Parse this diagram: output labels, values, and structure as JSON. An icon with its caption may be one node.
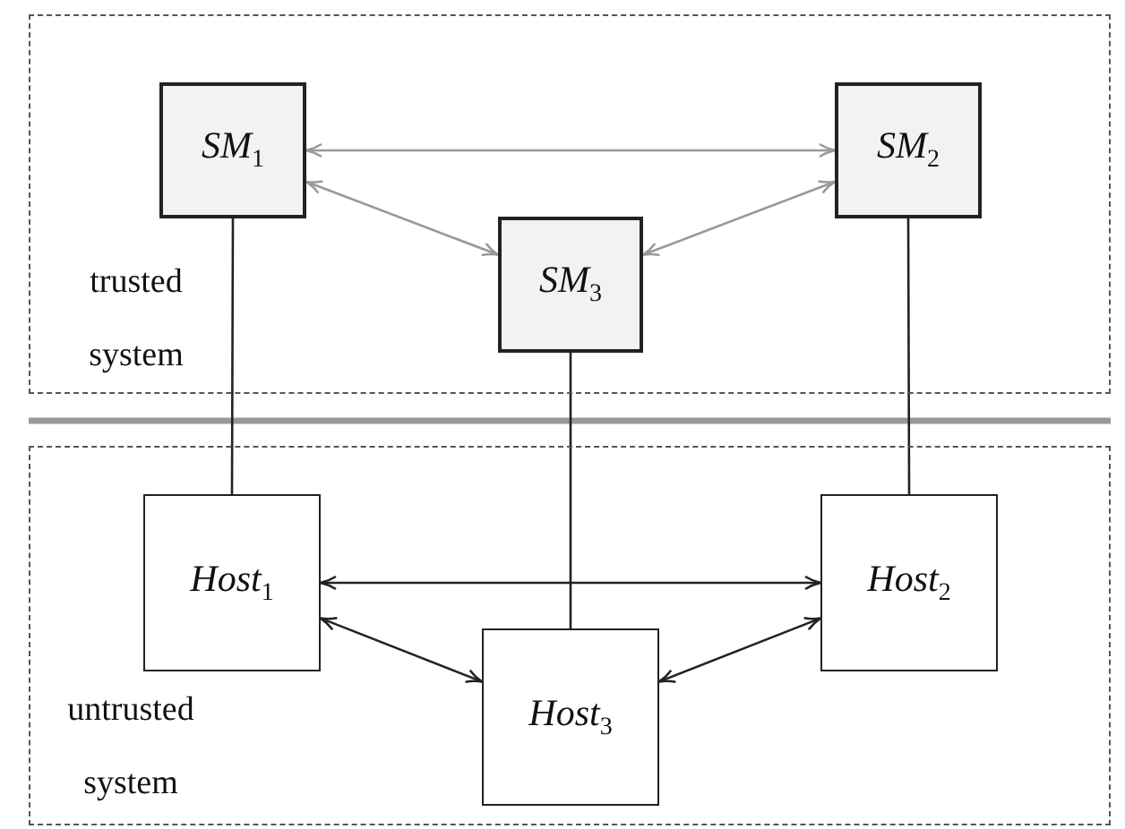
{
  "diagram": {
    "nodes": [
      {
        "text": [
          "trusted system"
        ]
      },
      {
        "text": [
          "SM$_{1}$"
        ],
        "in": 0
      },
      {
        "text": [
          "SM$_{2}$"
        ],
        "in": 0
      },
      {
        "text": [
          "SM$_{3}$"
        ],
        "in": 0
      },
      {
        "text": [
          "untrusted system"
        ]
      },
      {
        "text": [
          "Host$_{1}$"
        ],
        "in": 4
      },
      {
        "text": [
          "Host$_{2}$"
        ],
        "in": 4
      },
      {
        "text": [
          "Host$_{3}$"
        ],
        "in": 4
      }
    ],
    "edges": [
      {
        "from": 1,
        "to": 2,
        "arrow": "both",
        "color": "#999999"
      },
      {
        "from": 1,
        "to": 3,
        "arrow": "both",
        "color": "#999999"
      },
      {
        "from": 3,
        "to": 2,
        "arrow": "both",
        "color": "#999999"
      },
      {
        "from": 5,
        "to": 6,
        "arrow": "both"
      },
      {
        "from": 5,
        "to": 7,
        "arrow": "both"
      },
      {
        "from": 7,
        "to": 6,
        "arrow": "both"
      },
      {
        "from": 1,
        "to": 5,
        "arrow": "none"
      },
      {
        "from": 3,
        "to": 7,
        "arrow": "none"
      },
      {
        "from": 2,
        "to": 6,
        "arrow": "none"
      }
    ]
  }
}
